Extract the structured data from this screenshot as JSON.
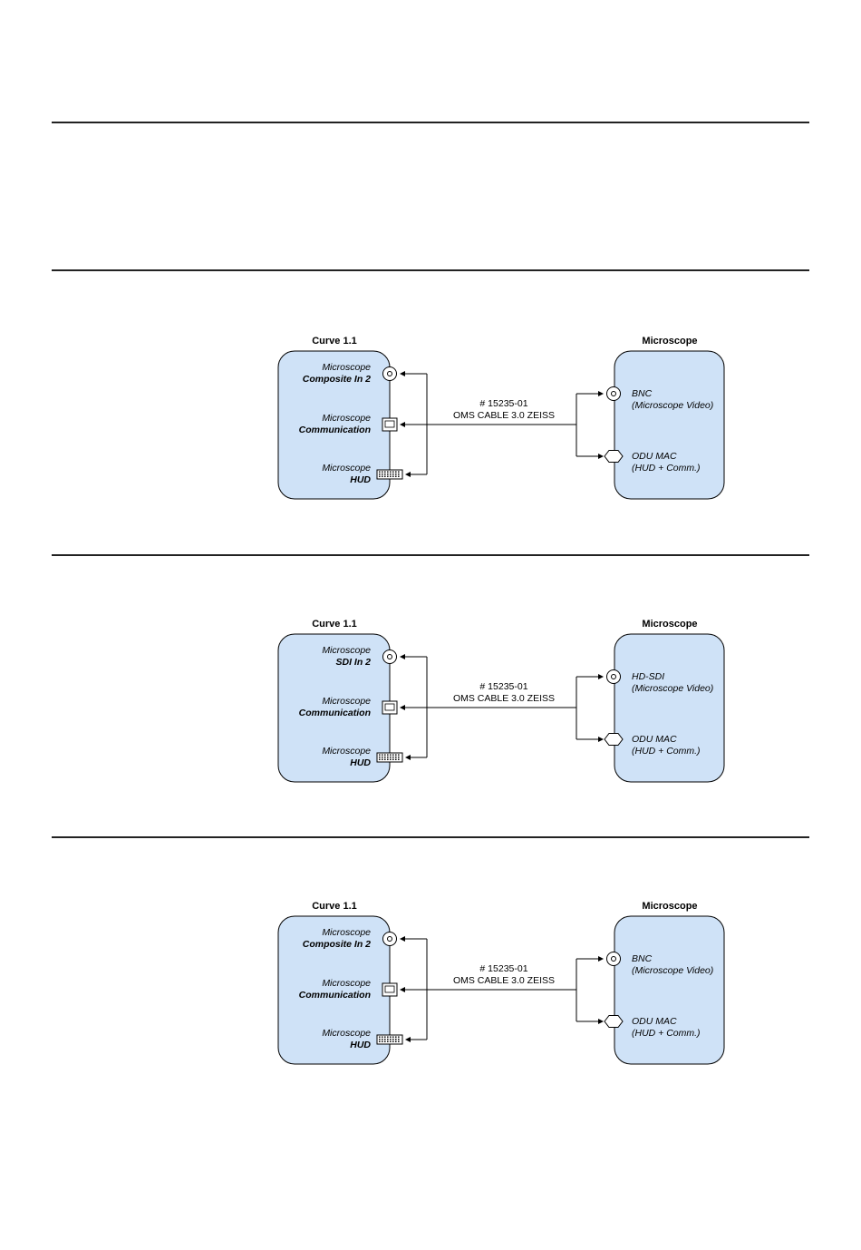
{
  "diagrams": [
    {
      "left_title": "Curve 1.1",
      "right_title": "Microscope",
      "ports": [
        {
          "line1": "Microscope",
          "line2": "Composite In 2",
          "connector": "bnc-connector-icon"
        },
        {
          "line1": "Microscope",
          "line2": "Communication",
          "connector": "usb-connector-icon"
        },
        {
          "line1": "Microscope",
          "line2": "HUD",
          "connector": "dvi-connector-icon"
        }
      ],
      "cable": {
        "part": "# 15235-01",
        "name": "OMS CABLE 3.0 ZEISS"
      },
      "right_ports": [
        {
          "line1": "BNC",
          "line2": "(Microscope Video)",
          "connector": "bnc-connector-icon"
        },
        {
          "line1": "ODU MAC",
          "line2": "(HUD + Comm.)",
          "connector": "odu-connector-icon"
        }
      ]
    },
    {
      "left_title": "Curve 1.1",
      "right_title": "Microscope",
      "ports": [
        {
          "line1": "Microscope",
          "line2": "SDI In 2",
          "connector": "bnc-connector-icon"
        },
        {
          "line1": "Microscope",
          "line2": "Communication",
          "connector": "usb-connector-icon"
        },
        {
          "line1": "Microscope",
          "line2": "HUD",
          "connector": "dvi-connector-icon"
        }
      ],
      "cable": {
        "part": "# 15235-01",
        "name": "OMS CABLE 3.0 ZEISS"
      },
      "right_ports": [
        {
          "line1": "HD-SDI",
          "line2": "(Microscope Video)",
          "connector": "bnc-connector-icon"
        },
        {
          "line1": "ODU MAC",
          "line2": "(HUD + Comm.)",
          "connector": "odu-connector-icon"
        }
      ]
    },
    {
      "left_title": "Curve 1.1",
      "right_title": "Microscope",
      "ports": [
        {
          "line1": "Microscope",
          "line2": "Composite In 2",
          "connector": "bnc-connector-icon"
        },
        {
          "line1": "Microscope",
          "line2": "Communication",
          "connector": "usb-connector-icon"
        },
        {
          "line1": "Microscope",
          "line2": "HUD",
          "connector": "dvi-connector-icon"
        }
      ],
      "cable": {
        "part": "# 15235-01",
        "name": "OMS CABLE 3.0 ZEISS"
      },
      "right_ports": [
        {
          "line1": "BNC",
          "line2": "(Microscope Video)",
          "connector": "bnc-connector-icon"
        },
        {
          "line1": "ODU MAC",
          "line2": "(HUD + Comm.)",
          "connector": "odu-connector-icon"
        }
      ]
    }
  ]
}
